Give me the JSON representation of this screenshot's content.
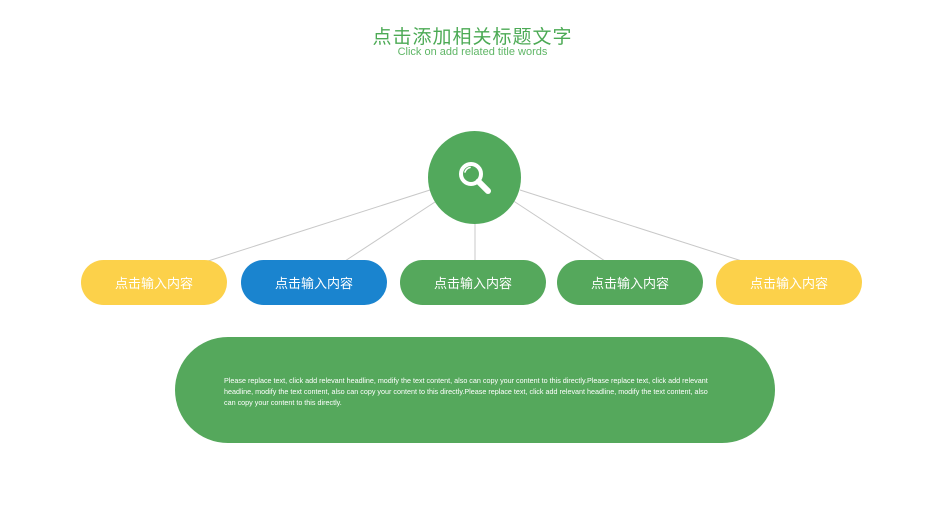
{
  "header": {
    "title": "点击添加相关标题文字",
    "subtitle": "Click on add related title words"
  },
  "hub": {
    "icon": "search-icon"
  },
  "boxes": [
    {
      "label": "点击输入内容",
      "color": "#fcd14a"
    },
    {
      "label": "点击输入内容",
      "color": "#1a84cf"
    },
    {
      "label": "点击输入内容",
      "color": "#55a85c"
    },
    {
      "label": "点击输入内容",
      "color": "#55a85c"
    },
    {
      "label": "点击输入内容",
      "color": "#fcd14a"
    }
  ],
  "panel": {
    "text": "Please replace text, click add relevant headline, modify the text content, also can copy your content to this directly.Please replace text, click add relevant headline, modify the text content, also can copy your content to this directly.Please replace text, click add relevant headline, modify the text content, also can copy your content to this directly."
  },
  "colors": {
    "title": "#4caa55",
    "green": "#55a85c",
    "yellow": "#fcd14a",
    "blue": "#1a84cf",
    "connector": "#c8c8c8"
  }
}
